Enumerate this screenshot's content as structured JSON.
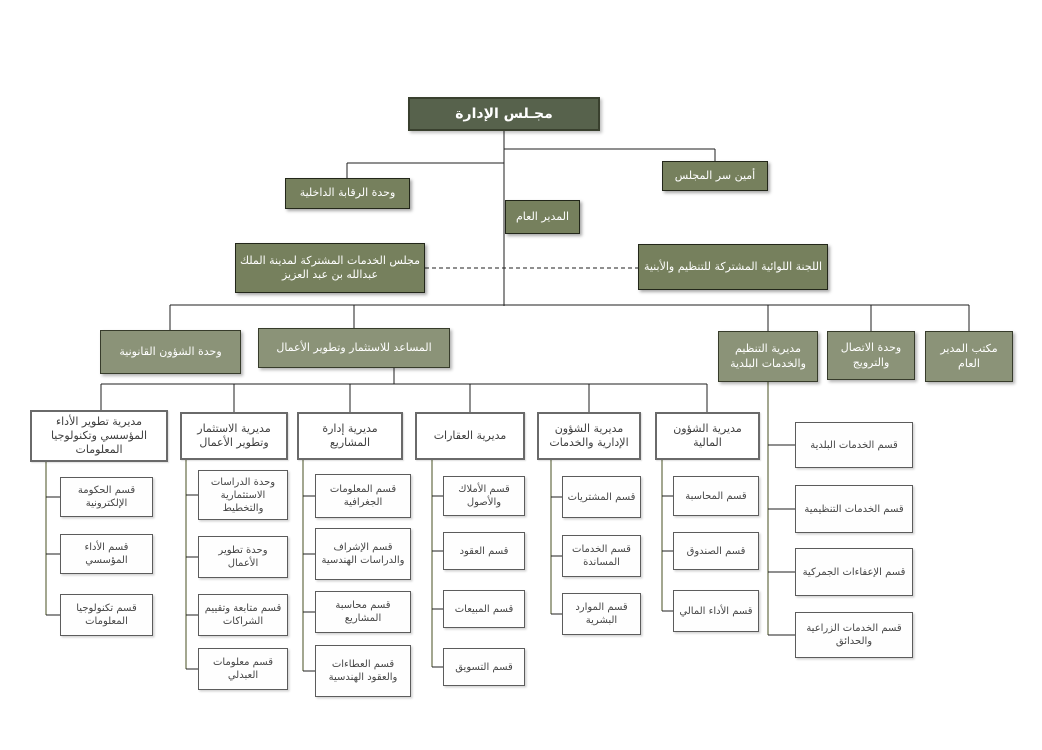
{
  "nodes": {
    "board": "مجـلس الإدارة",
    "secretary": "أمين سر المجلس",
    "internal_audit": "وحدة الرقابة الداخلية",
    "gm": "المدير العام",
    "joint_services": "مجلس الخدمات المشتركة لمدينة الملك عبدالله بن عبد العزيز",
    "liwa_committee": "اللجنة اللوائية المشتركة للتنظيم والأبنية",
    "legal": "وحدة الشؤون القانونية",
    "assistant": "المساعد للاستثمار وتطوير الأعمال",
    "muni_dir": "مديرية التنظيم والخدمات البلدية",
    "comms": "وحدة الاتصال والترويج",
    "gm_office": "مكتب المدير العام",
    "perf_it": "مديرية تطوير الأداء المؤسسي وتكنولوجيا المعلومات",
    "invest": "مديرية الاستثمار وتطوير الأعمال",
    "projects": "مديرية إدارة المشاريع",
    "realestate": "مديرية العقارات",
    "admin": "مديرية الشؤون الإدارية والخدمات",
    "finance": "مديرية الشؤون المالية",
    "egov": "قسم الحكومة الإلكترونية",
    "inst_perf": "قسم الأداء المؤسسي",
    "it_dept": "قسم تكنولوجيا المعلومات",
    "invest_studies": "وحدة الدراسات الاستثمارية والتخطيط",
    "biz_dev": "وحدة تطوير الأعمال",
    "partnerships": "قسم متابعة وتقييم الشراكات",
    "abdali_info": "قسم معلومات العبدلي",
    "gis": "قسم المعلومات الجغرافية",
    "supervision": "قسم الإشراف والدراسات الهندسية",
    "proj_acct": "قسم محاسبة المشاريع",
    "tenders": "قسم العطاءات والعقود الهندسية",
    "assets": "قسم الأملاك والأصول",
    "contracts": "قسم العقود",
    "sales": "قسم المبيعات",
    "marketing": "قسم التسويق",
    "procurement": "قسم المشتريات",
    "support_svcs": "قسم الخدمات المساندة",
    "hr": "قسم الموارد البشرية",
    "accounting": "قسم المحاسبة",
    "treasury": "قسم الصندوق",
    "fin_perf": "قسم الأداء المالي",
    "muni_svcs": "قسم الخدمات البلدية",
    "reg_svcs": "قسم الخدمات التنظيمية",
    "customs": "قسم الإعفاءات الجمركية",
    "agri": "قسم الخدمات الزراعية والحدائق"
  },
  "hierarchy": {
    "board": [
      "internal_audit",
      "secretary",
      "gm"
    ],
    "gm": [
      "legal",
      "assistant",
      "muni_dir",
      "comms",
      "gm_office"
    ],
    "dashed_link": [
      "joint_services",
      "liwa_committee"
    ],
    "assistant": [
      "perf_it",
      "invest",
      "projects",
      "realestate",
      "admin",
      "finance"
    ],
    "perf_it": [
      "egov",
      "inst_perf",
      "it_dept"
    ],
    "invest": [
      "invest_studies",
      "biz_dev",
      "partnerships",
      "abdali_info"
    ],
    "projects": [
      "gis",
      "supervision",
      "proj_acct",
      "tenders"
    ],
    "realestate": [
      "assets",
      "contracts",
      "sales",
      "marketing"
    ],
    "admin": [
      "procurement",
      "support_svcs",
      "hr"
    ],
    "finance": [
      "accounting",
      "treasury",
      "fin_perf"
    ],
    "muni_dir": [
      "muni_svcs",
      "reg_svcs",
      "customs",
      "agri"
    ]
  },
  "colors": {
    "root_box": "#57624c",
    "level2_box": "#76805d",
    "level3_box": "#8b9378",
    "white_box_border": "#6a6a6a",
    "connector": "#1f1f1f"
  }
}
